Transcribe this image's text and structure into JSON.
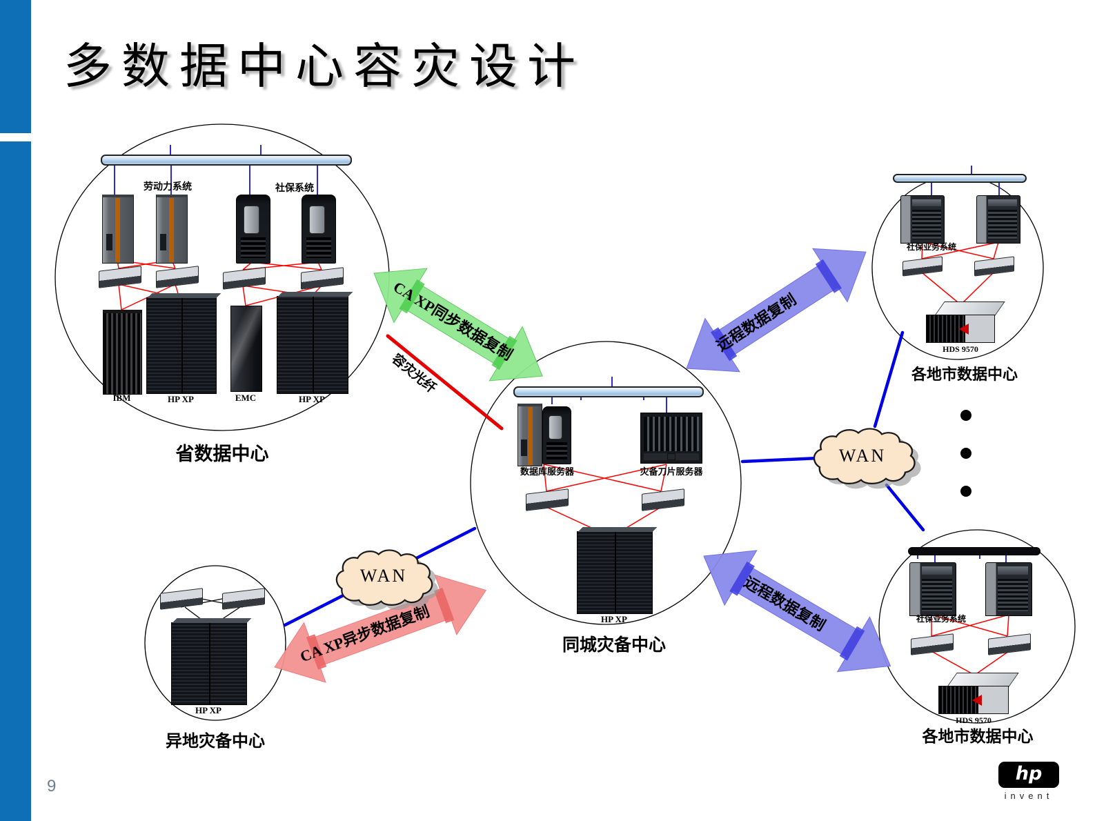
{
  "slide": {
    "title": "多数据中心容灾设计",
    "page_number": "9"
  },
  "logo": {
    "hp": "hp",
    "invent": "invent"
  },
  "clouds": {
    "left": "WAN",
    "right": "WAN"
  },
  "links": {
    "sync": "CA XP同步数据复制",
    "async": "CA XP异步数据复制",
    "fiber": "容灾光纤",
    "remote_top": "远程数据复制",
    "remote_bottom": "远程数据复制"
  },
  "province": {
    "name": "省数据中心",
    "system_left": "劳动力系统",
    "system_right": "社保系统",
    "storage": [
      "IBM",
      "HP XP",
      "EMC",
      "HP XP"
    ]
  },
  "metro": {
    "name": "同城灾备中心",
    "server_left": "数据库服务器",
    "server_right": "灾备刀片服务器",
    "storage": "HP XP"
  },
  "remote": {
    "name": "异地灾备中心",
    "storage": "HP XP"
  },
  "city_top": {
    "name": "各地市数据中心",
    "system": "社保业务系统",
    "storage": "HDS 9570"
  },
  "city_bottom": {
    "name": "各地市数据中心",
    "system": "社保业务系统",
    "storage": "HDS 9570"
  },
  "colors": {
    "accent_bar": "#0e6eb6",
    "sync_arrow": "#90e890",
    "async_arrow": "#f49292",
    "remote_arrow": "#8a8aec",
    "fiber_line": "#e60000",
    "wan_line": "#0000e6",
    "cloud_fill": "#fbe5cb"
  }
}
